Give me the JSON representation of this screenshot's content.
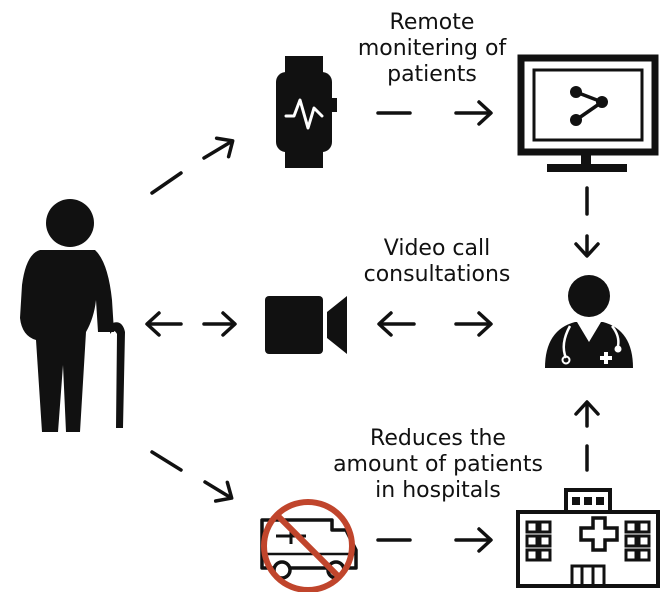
{
  "labels": {
    "remote": [
      "Remote",
      "monitering of",
      "patients"
    ],
    "video": [
      "Video call",
      "consultations"
    ],
    "reduces": [
      "Reduces the",
      "amount of patients",
      "in hospitals"
    ]
  },
  "icons": {
    "elderly": "elderly-person-with-cane-icon",
    "watch": "smartwatch-icon",
    "monitor": "computer-monitor-share-icon",
    "camera": "video-camera-icon",
    "doctor": "doctor-with-stethoscope-icon",
    "ambulance": "ambulance-prohibited-icon",
    "hospital": "hospital-building-icon"
  },
  "colors": {
    "ink": "#111111",
    "prohibit": "#c0452c"
  }
}
